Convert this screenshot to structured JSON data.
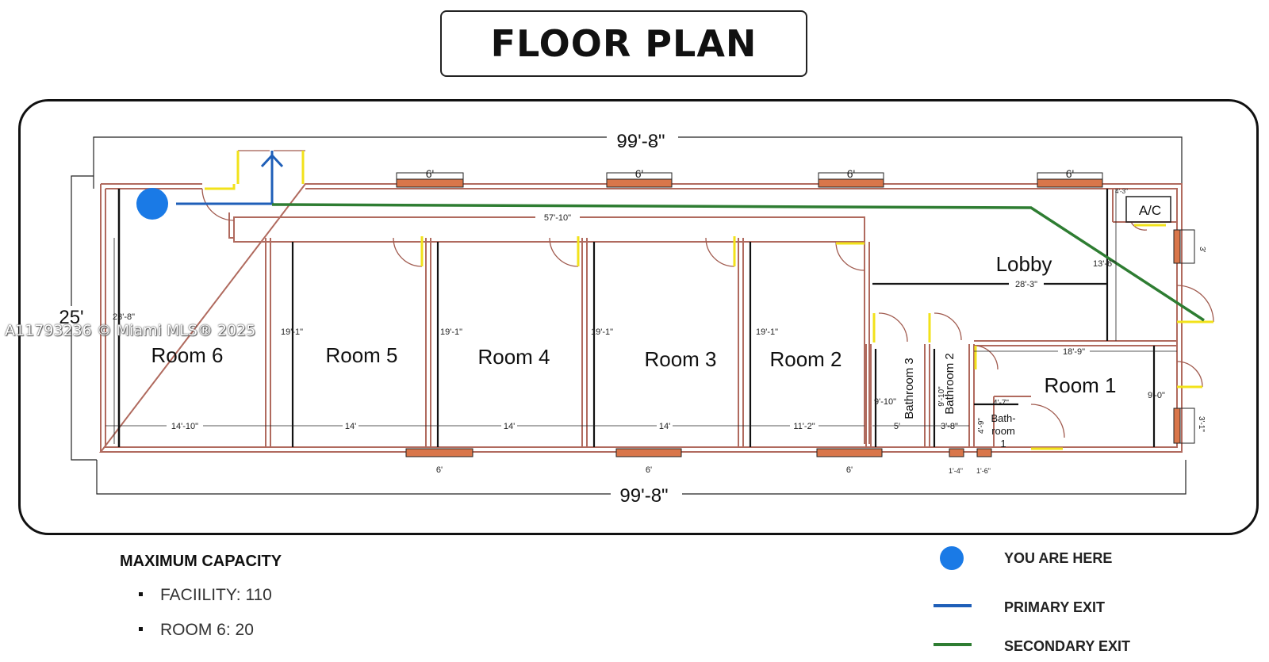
{
  "title": "FLOOR PLAN",
  "watermark": "A11793236 © Miami MLS® 2025",
  "plan": {
    "overall_top": "99'-8\"",
    "overall_bottom": "99'-8\"",
    "overall_depth": "25'",
    "rooms": {
      "room6": "Room 6",
      "room5": "Room 5",
      "room4": "Room 4",
      "room3": "Room 3",
      "room2": "Room 2",
      "room1": "Room 1",
      "lobby": "Lobby",
      "ac": "A/C",
      "bathroom3": "Bathroom 3",
      "bathroom2": "Bathroom 2",
      "bathroom1_line1": "Bath-",
      "bathroom1_line2": "room",
      "bathroom1_line3": "1"
    },
    "dims": {
      "window_top_1": "6'",
      "window_top_2": "6'",
      "window_top_3": "6'",
      "window_top_4": "6'",
      "window_bottom_1": "6'",
      "window_bottom_2": "6'",
      "window_bottom_3": "6'",
      "corridor": "57'-10\"",
      "lobby_width": "28'-3\"",
      "lobby_depth": "13'-6\"",
      "room1_width": "18'-9\"",
      "room1_depth": "9'-0\"",
      "room6_depth": "23'-8\"",
      "room5_depth": "19'-1\"",
      "room4_depth": "19'-1\"",
      "room3_depth": "19'-1\"",
      "room2_depth": "19'-1\"",
      "room6_width": "14'-10\"",
      "room5_width": "14'",
      "room4_width": "14'",
      "room3_width": "14'",
      "room2_width": "11'-2\"",
      "bath3_width": "5'",
      "bath3_depth": "9'-10\"",
      "bath2_width": "3'-8\"",
      "bath2_depth": "9'-10\"",
      "bath1_width": "4'-7\"",
      "bath1_depth": "4'-9\"",
      "door_right_1": "3'",
      "door_right_2": "3'-1\"",
      "ac_dim": "4'-3\"",
      "small_bottom_1": "1'-4\"",
      "small_bottom_2": "1'-6\""
    }
  },
  "capacity": {
    "heading": "MAXIMUM CAPACITY",
    "items": [
      "FACIILITY: 110",
      "ROOM 6: 20"
    ]
  },
  "legend": {
    "you_are_here": "YOU ARE HERE",
    "primary_exit": "PRIMARY EXIT",
    "secondary_exit": "SECONDARY EXIT",
    "marker_color": "#1a7ae6",
    "primary_color": "#1f5fb8",
    "secondary_color": "#2e7d32",
    "wall_color": "#b06a5e",
    "door_highlight": "#f2e21a",
    "window_color": "#d9764a"
  }
}
